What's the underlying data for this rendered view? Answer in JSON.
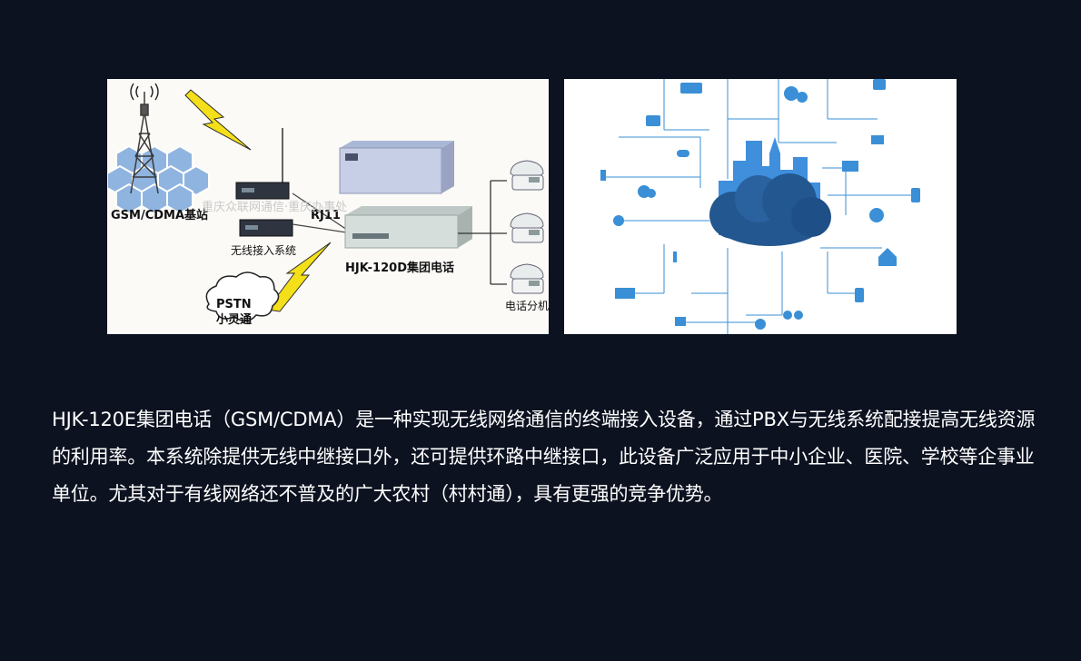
{
  "diagram": {
    "station_label": "GSM/CDMA基站",
    "wireless_label": "无线接入系统",
    "rj11_label": "RJ11",
    "pbx_label": "HJK-120D集团电话",
    "pstn_label": "PSTN",
    "xiaolingtong_label": "小灵通",
    "phone_label": "电话分机",
    "watermark": "重庆众联网通信·重庆办事处"
  },
  "description": "HJK-120E集团电话（GSM/CDMA）是一种实现无线网络通信的终端接入设备，通过PBX与无线系统配接提高无线资源的利用率。本系统除提供无线中继接口外，还可提供环路中继接口，此设备广泛应用于中小企业、医院、学校等企事业单位。尤其对于有线网络还不普及的广大农村（村村通），具有更强的竞争优势。",
  "colors": {
    "background": "#0c1220",
    "text": "#ffffff",
    "cloud": "#23578f",
    "icon": "#3a8fd6"
  }
}
